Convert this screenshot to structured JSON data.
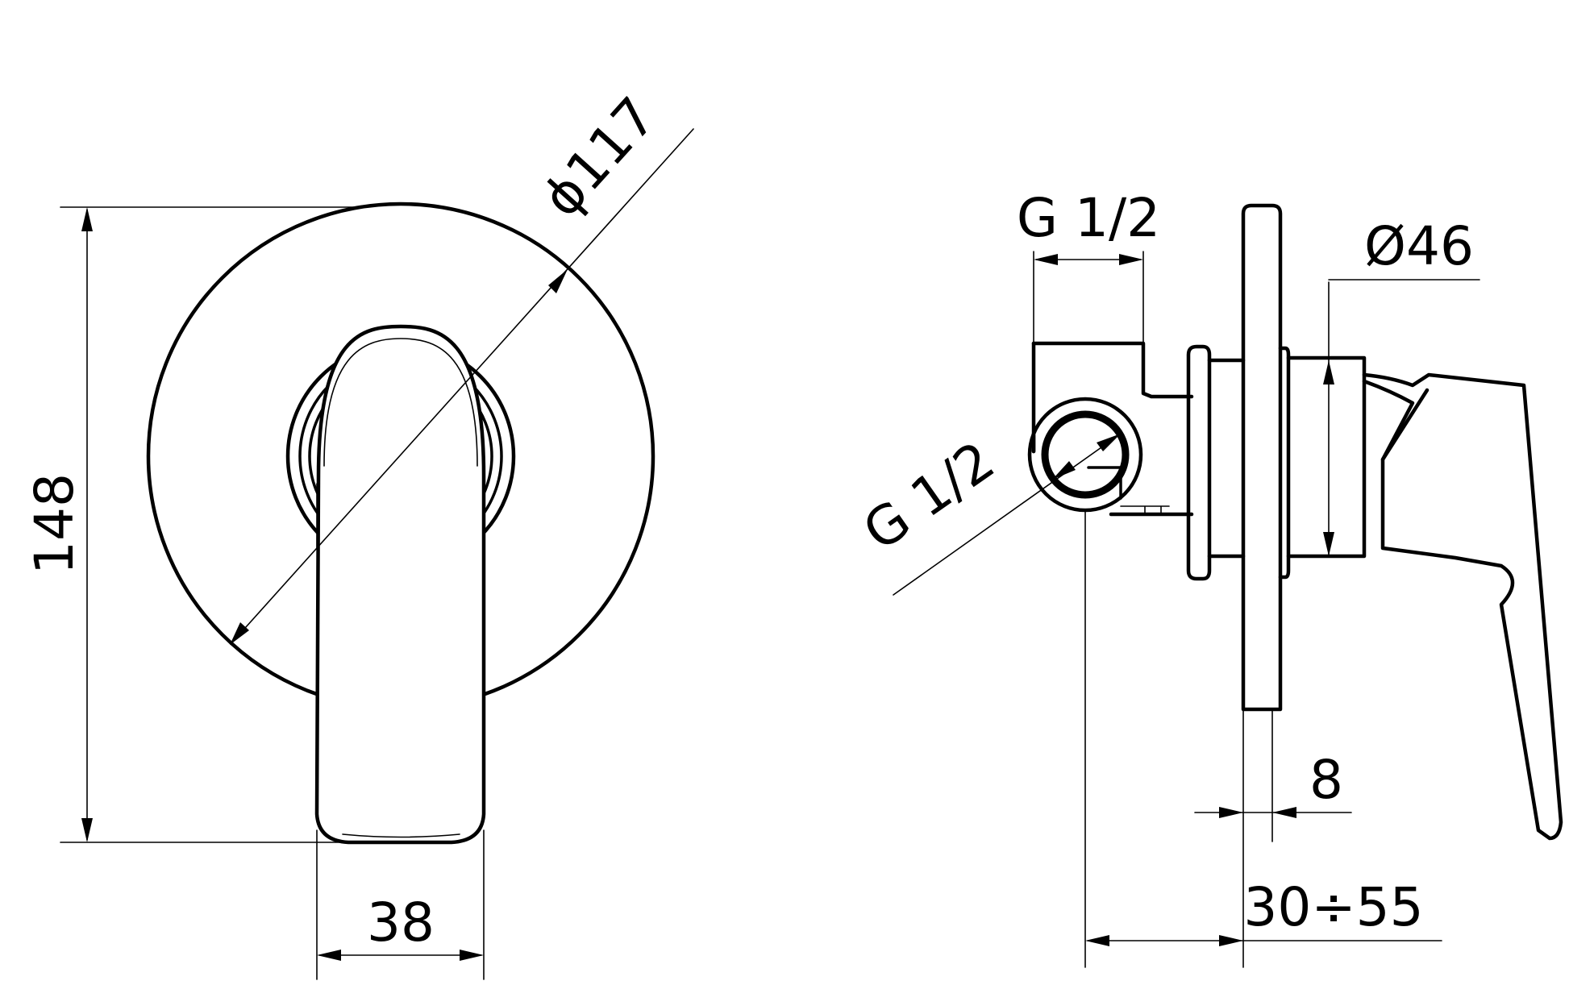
{
  "drawing": {
    "colors": {
      "line": "#000000",
      "background": "#ffffff"
    },
    "front_view": {
      "dimensions": {
        "height": "148",
        "diameter": "ϕ117",
        "lever_width": "38"
      }
    },
    "side_view": {
      "dimensions": {
        "top_thread": "G 1/2",
        "side_thread": "G 1/2",
        "body_diameter": "Ø46",
        "plate_thickness": "8",
        "installation_depth": "30÷55"
      }
    }
  }
}
